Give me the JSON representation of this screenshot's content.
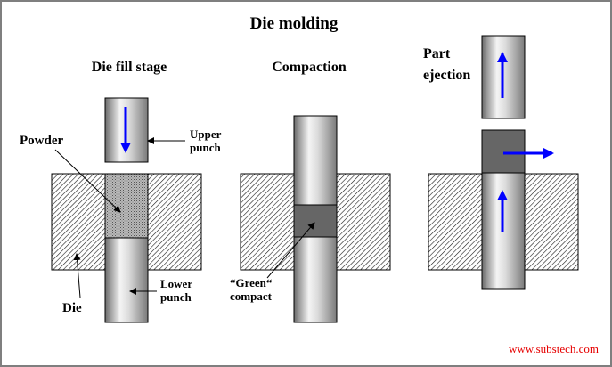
{
  "title": "Die molding",
  "stages": {
    "fill": {
      "label": "Die fill stage"
    },
    "compaction": {
      "label": "Compaction"
    },
    "ejection": {
      "label_line1": "Part",
      "label_line2": "ejection"
    }
  },
  "labels": {
    "powder": "Powder",
    "upper_punch_line1": "Upper",
    "upper_punch_line2": "punch",
    "die": "Die",
    "lower_punch_line1": "Lower",
    "lower_punch_line2": "punch",
    "green_line1": "“Green“",
    "green_line2": "compact"
  },
  "watermark": "www.substech.com",
  "colors": {
    "border": "#7f7f7f",
    "powder": "#8c8c8c",
    "compact": "#666666",
    "motion_arrow": "#0000ff",
    "watermark": "#e60000"
  }
}
